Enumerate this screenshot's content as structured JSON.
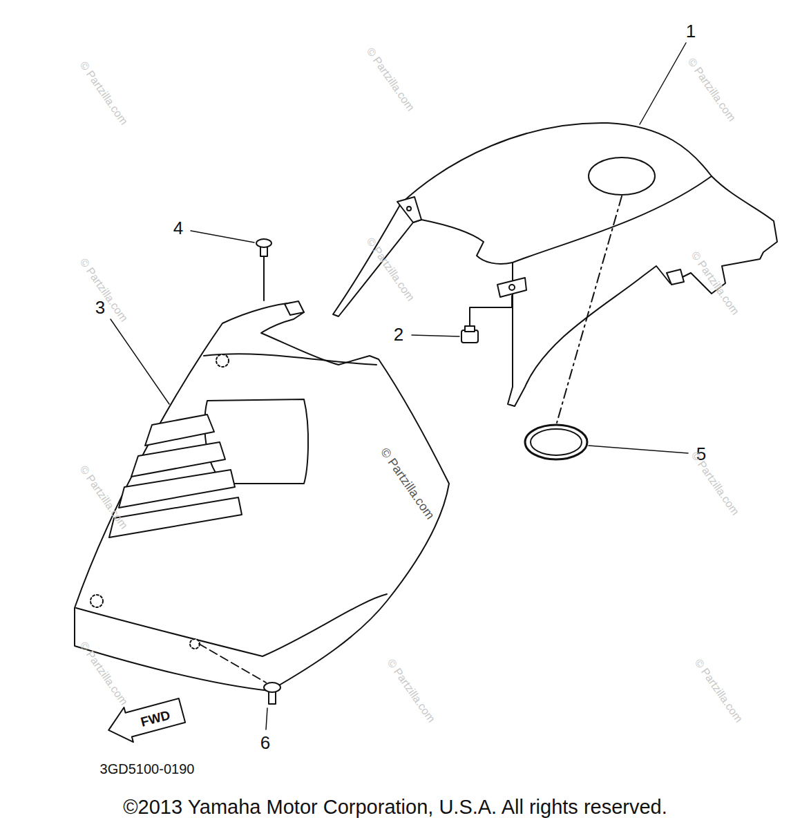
{
  "diagram": {
    "caption": "©2013 Yamaha Motor Corporation, U.S.A. All rights reserved.",
    "labels": [
      "1",
      "2",
      "3",
      "4",
      "5",
      "6",
      "FWD",
      "3GD5100-0190",
      "© Partzilla.com",
      "© Partzilla.com",
      "© Partzilla.com",
      "© Partzilla.com",
      "© Partzilla.com",
      "© Partzilla.com",
      "© Partzilla.com",
      "© Partzilla.com",
      "© Partzilla.com",
      "© Partzilla.com",
      "© Partzilla.com",
      "© Partzilla.com"
    ]
  }
}
